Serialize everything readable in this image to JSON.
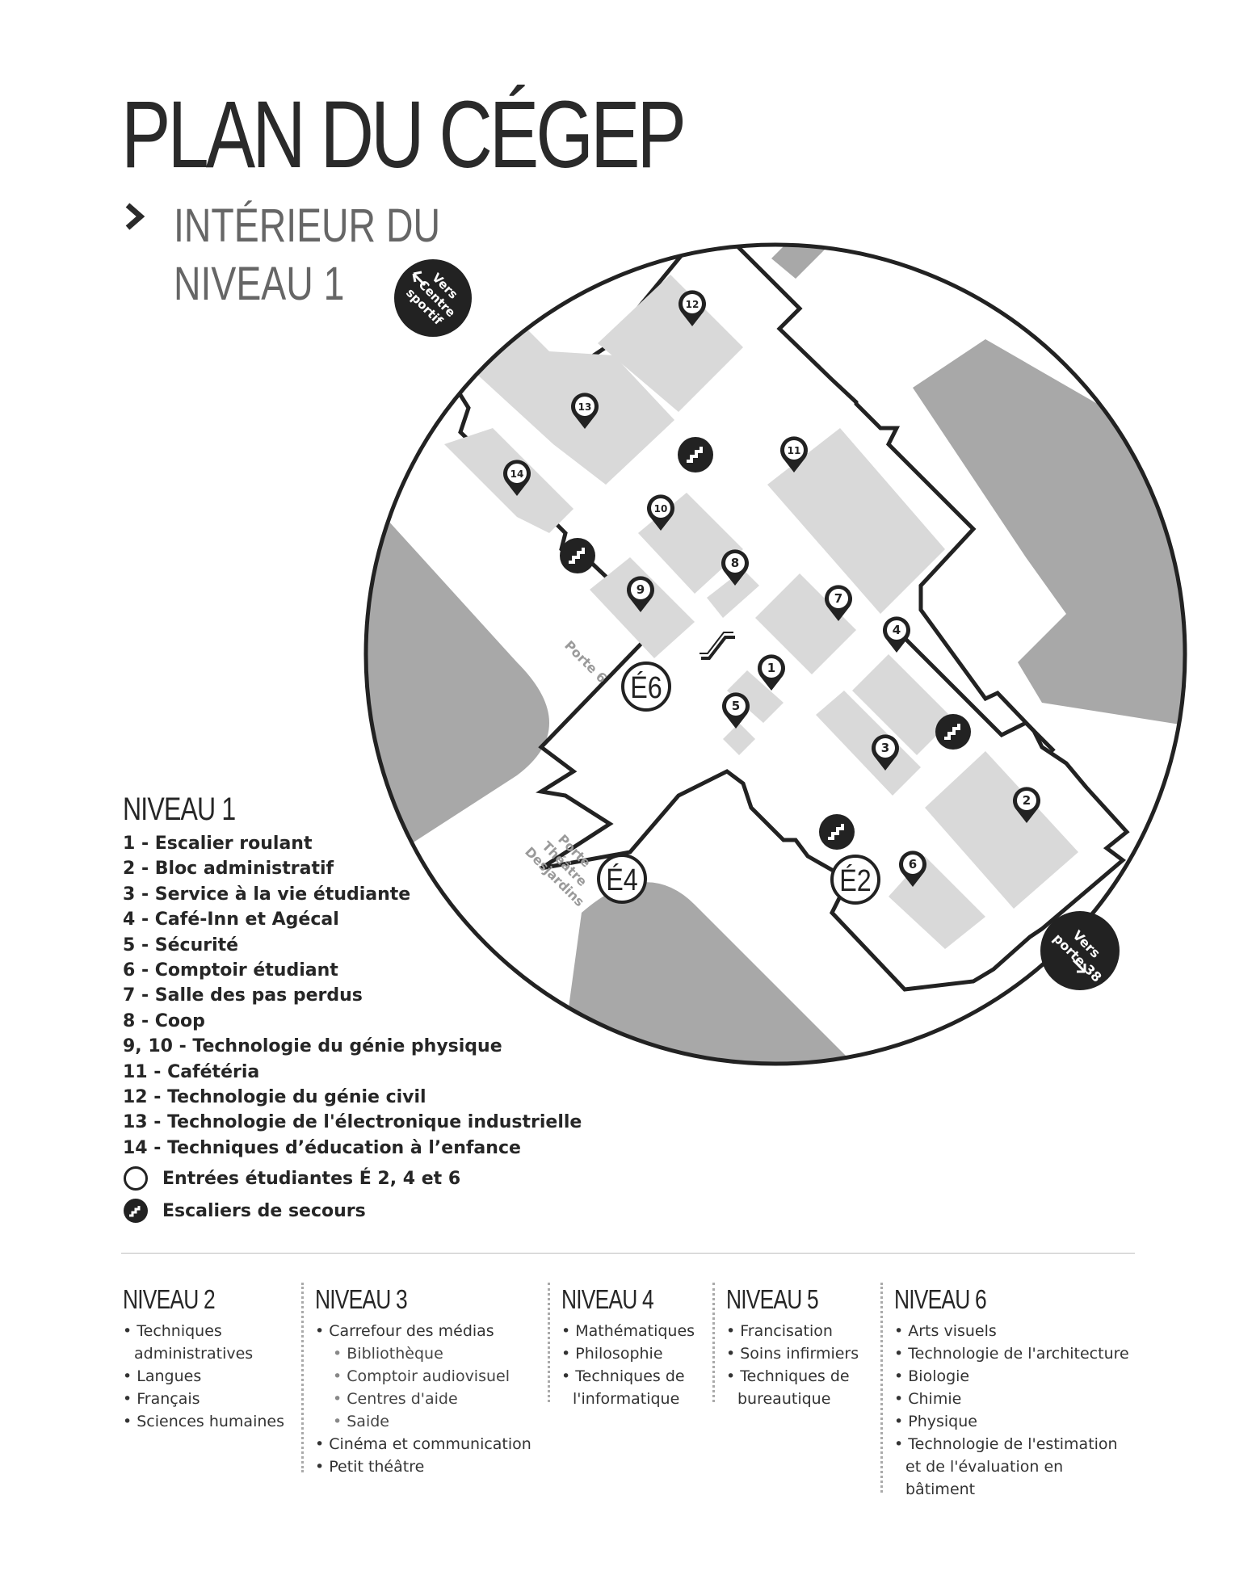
{
  "header": {
    "title": "PLAN DU CÉGEP",
    "subtitle_line1": "INTÉRIEUR DU",
    "subtitle_line2": "NIVEAU 1"
  },
  "map": {
    "markers": [
      "1",
      "2",
      "3",
      "4",
      "5",
      "6",
      "7",
      "8",
      "9",
      "10",
      "11",
      "12",
      "13",
      "14"
    ],
    "entrances": [
      "É6",
      "É4",
      "É2"
    ],
    "door_labels": {
      "porte6": "Porte 6",
      "theatre_line1": "Porte",
      "theatre_line2": "Théâtre",
      "theatre_line3": "Desjardins"
    },
    "badges": {
      "sport_line1": "Vers",
      "sport_line2": "Centre",
      "sport_line3": "sportif",
      "porte38_line1": "Vers",
      "porte38_line2": "porte 38"
    },
    "colors": {
      "room": "#d9d9d9",
      "outside_building": "#a8a8a8",
      "ink": "#222222"
    }
  },
  "legend": {
    "title": "NIVEAU 1",
    "items": [
      "1 - Escalier roulant",
      "2 - Bloc administratif",
      "3 - Service à la vie étudiante",
      "4 - Café-Inn et Agécal",
      "5 - Sécurité",
      "6 - Comptoir étudiant",
      "7 - Salle des pas perdus",
      "8 - Coop",
      "9, 10 - Technologie du génie physique",
      "11 - Cafétéria",
      "12 - Technologie du génie civil",
      "13 - Technologie de l'électronique industrielle",
      "14 - Techniques d’éducation à l’enfance"
    ],
    "entrances_label": "Entrées étudiantes  É 2, 4 et 6",
    "stairs_label": "Escaliers de secours"
  },
  "levels": [
    {
      "title": "NIVEAU 2",
      "items": [
        {
          "text": "Techniques administratives",
          "sub": false
        },
        {
          "text": "Langues",
          "sub": false
        },
        {
          "text": "Français",
          "sub": false
        },
        {
          "text": "Sciences humaines",
          "sub": false
        }
      ]
    },
    {
      "title": "NIVEAU 3",
      "items": [
        {
          "text": "Carrefour des médias",
          "sub": false
        },
        {
          "text": "Bibliothèque",
          "sub": true
        },
        {
          "text": "Comptoir audiovisuel",
          "sub": true
        },
        {
          "text": "Centres d'aide",
          "sub": true
        },
        {
          "text": "Saide",
          "sub": true
        },
        {
          "text": "Cinéma et communication",
          "sub": false
        },
        {
          "text": "Petit théâtre",
          "sub": false
        }
      ]
    },
    {
      "title": "NIVEAU 4",
      "items": [
        {
          "text": "Mathématiques",
          "sub": false
        },
        {
          "text": "Philosophie",
          "sub": false
        },
        {
          "text": "Techniques de l'informatique",
          "sub": false
        }
      ]
    },
    {
      "title": "NIVEAU 5",
      "items": [
        {
          "text": "Francisation",
          "sub": false
        },
        {
          "text": "Soins infirmiers",
          "sub": false
        },
        {
          "text": "Techniques de bureautique",
          "sub": false
        }
      ]
    },
    {
      "title": "NIVEAU 6",
      "items": [
        {
          "text": "Arts visuels",
          "sub": false
        },
        {
          "text": "Technologie de l'architecture",
          "sub": false
        },
        {
          "text": "Biologie",
          "sub": false
        },
        {
          "text": "Chimie",
          "sub": false
        },
        {
          "text": "Physique",
          "sub": false
        },
        {
          "text": "Technologie de l'estimation et de l'évaluation en bâtiment",
          "sub": false
        }
      ]
    }
  ]
}
